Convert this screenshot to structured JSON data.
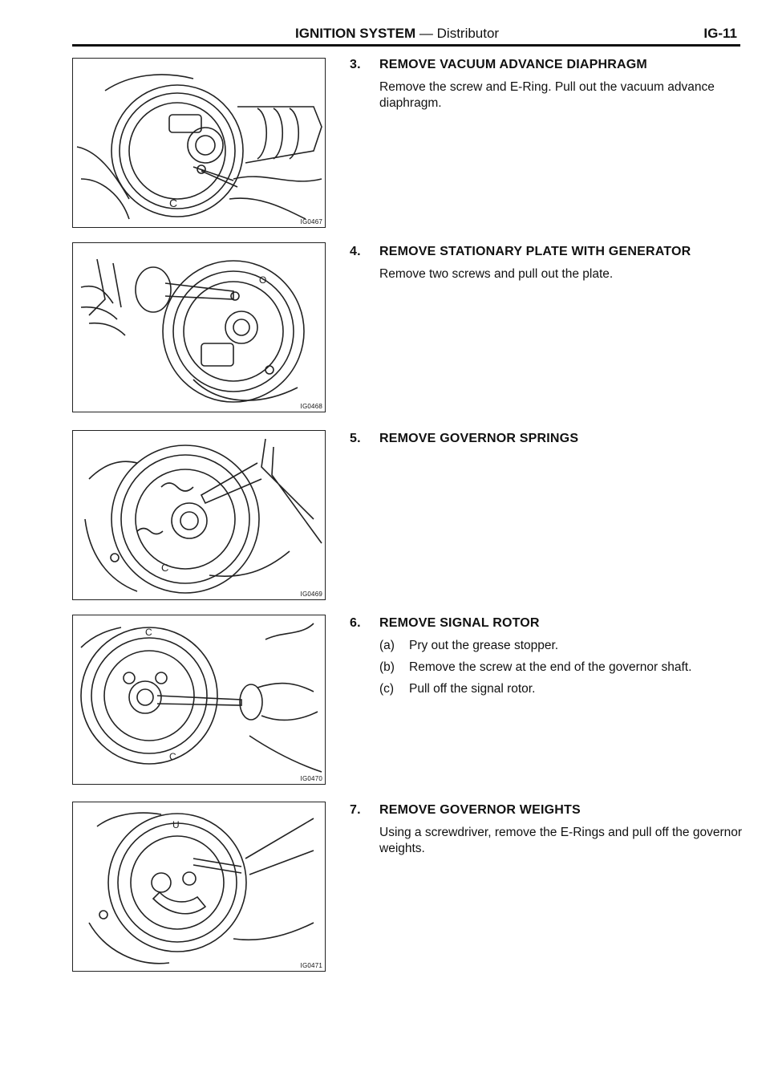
{
  "header": {
    "title_bold": "IGNITION SYSTEM",
    "title_rest": " — Distributor",
    "page_number": "IG-11"
  },
  "figures": [
    {
      "code": "IG0467"
    },
    {
      "code": "IG0468"
    },
    {
      "code": "IG0469"
    },
    {
      "code": "IG0470"
    },
    {
      "code": "IG0471"
    }
  ],
  "steps": [
    {
      "number": "3.",
      "title": "REMOVE VACUUM ADVANCE DIAPHRAGM",
      "body": "Remove the screw and E-Ring. Pull out the vacuum advance diaphragm."
    },
    {
      "number": "4.",
      "title": "REMOVE STATIONARY PLATE WITH GENERATOR",
      "body": "Remove two screws and pull out the plate."
    },
    {
      "number": "5.",
      "title": "REMOVE GOVERNOR SPRINGS"
    },
    {
      "number": "6.",
      "title": "REMOVE SIGNAL ROTOR",
      "subs": [
        {
          "letter": "(a)",
          "text": "Pry out the grease stopper."
        },
        {
          "letter": "(b)",
          "text": "Remove the screw at the end of the governor shaft."
        },
        {
          "letter": "(c)",
          "text": "Pull off the signal rotor."
        }
      ]
    },
    {
      "number": "7.",
      "title": "REMOVE GOVERNOR WEIGHTS",
      "body": "Using a screwdriver, remove the E-Rings and pull off the governor weights."
    }
  ]
}
